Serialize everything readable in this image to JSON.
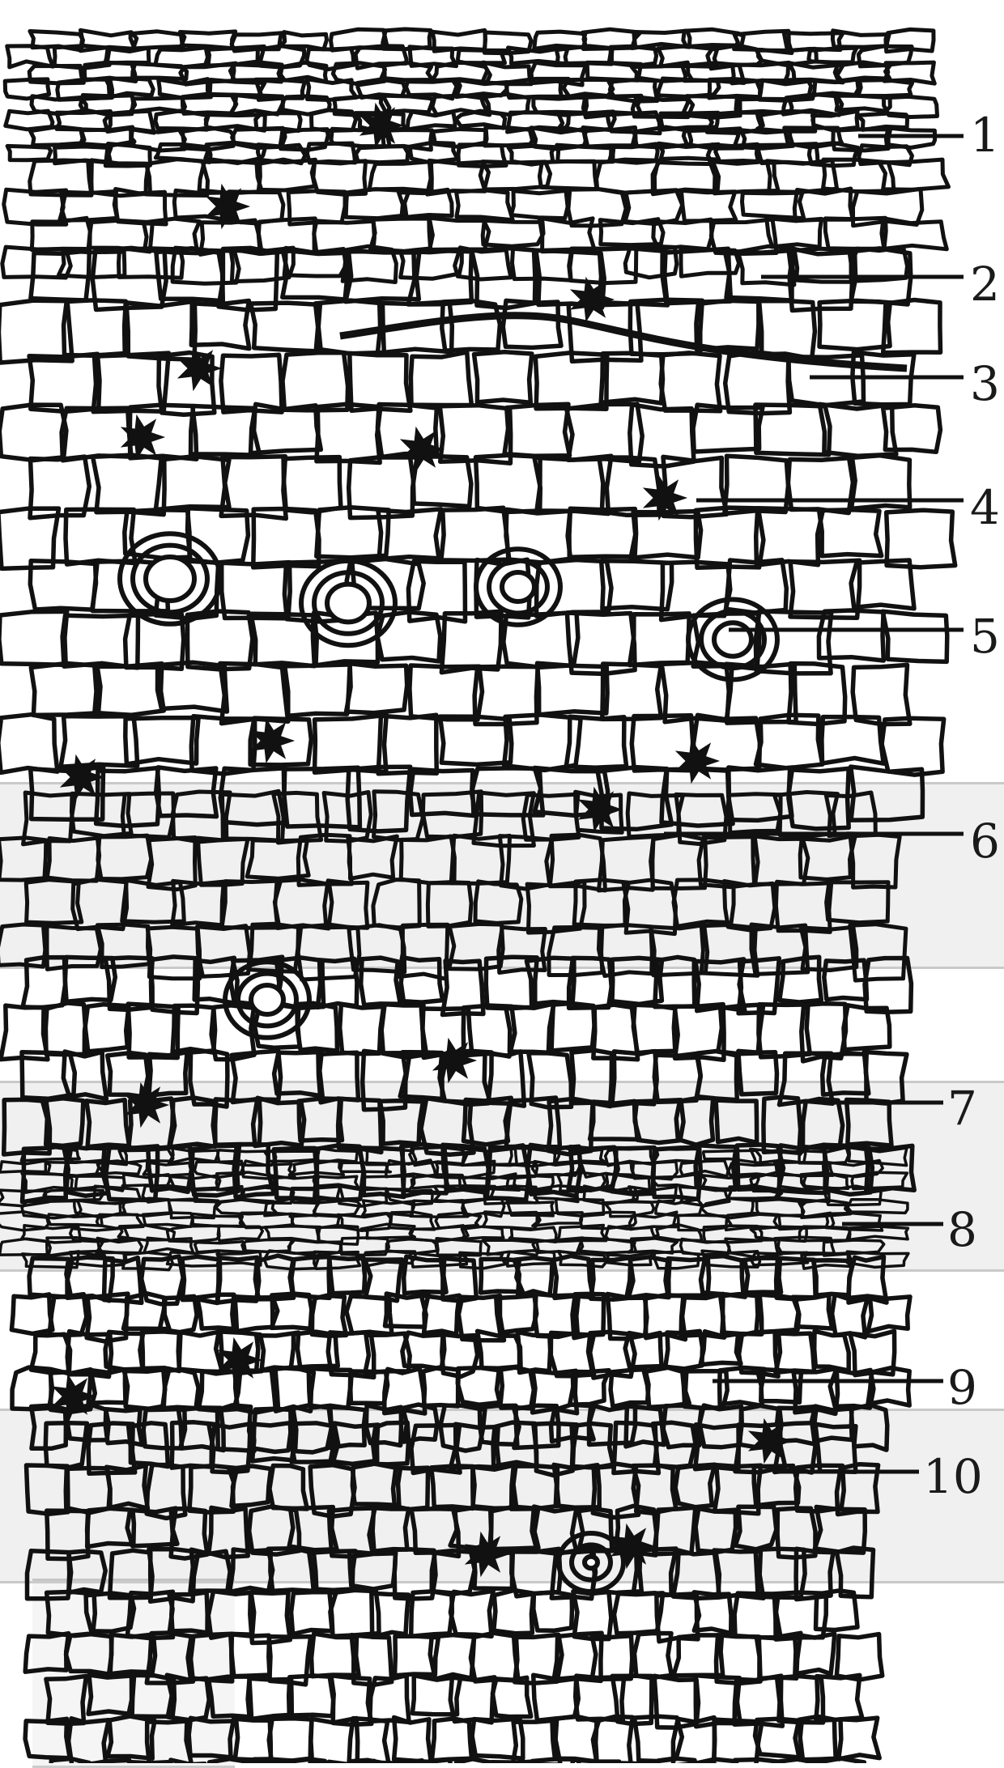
{
  "diagram": {
    "labels": [
      {
        "id": "1",
        "text": "1"
      },
      {
        "id": "2",
        "text": "2"
      },
      {
        "id": "3",
        "text": "3"
      },
      {
        "id": "4",
        "text": "4"
      },
      {
        "id": "5",
        "text": "5"
      },
      {
        "id": "6",
        "text": "6"
      },
      {
        "id": "7",
        "text": "7"
      },
      {
        "id": "8",
        "text": "8"
      },
      {
        "id": "9",
        "text": "9"
      },
      {
        "id": "10",
        "text": "10"
      }
    ],
    "colors": {
      "ink": "#111111",
      "background": "#ffffff",
      "scan_band": "#c8c8c8"
    }
  }
}
